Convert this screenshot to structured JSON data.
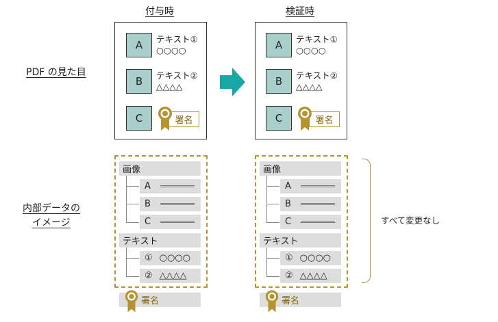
{
  "headers": {
    "before": "付与時",
    "after": "検証時"
  },
  "row_labels": {
    "appearance": "PDF の見た目",
    "internal_line1": "内部データの",
    "internal_line2": "イメージ"
  },
  "doc": {
    "items": [
      {
        "letter": "A",
        "text": "テキスト①",
        "sub": "○○○○"
      },
      {
        "letter": "B",
        "text": "テキスト②",
        "sub": "△△△△"
      },
      {
        "letter": "C"
      }
    ],
    "signature": "署名"
  },
  "internal": {
    "image_header": "画像",
    "image_items": [
      "A",
      "B",
      "C"
    ],
    "text_header": "テキスト",
    "text_items": [
      "①",
      "②"
    ],
    "text_values": [
      "○○○○",
      "△△△△"
    ],
    "signature": "署名"
  },
  "note": "すべて変更なし",
  "colors": {
    "teal": "#19a6a9",
    "gold": "#b5932f",
    "box": "#a9cfcd",
    "gray": "#dddddd"
  }
}
